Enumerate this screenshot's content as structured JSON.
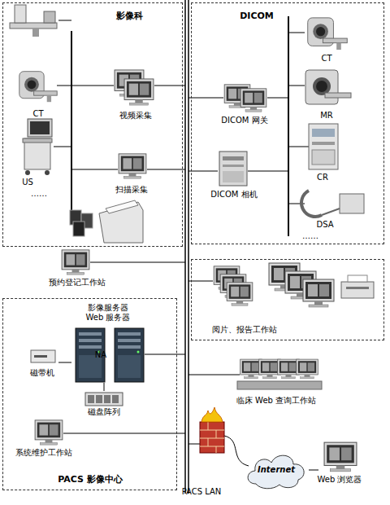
{
  "diagram": {
    "nodes": [
      {
        "text": [
          "影像科"
        ]
      },
      {
        "text": [
          "CT"
        ],
        "in": 0
      },
      {
        "text": [
          "US"
        ],
        "in": 0
      },
      {
        "text": [
          "视频采集"
        ],
        "in": 0
      },
      {
        "text": [
          "扫描采集"
        ],
        "in": 0
      },
      {
        "text": [
          "DICOM"
        ]
      },
      {
        "text": [
          "DICOM 网关"
        ],
        "in": 5
      },
      {
        "text": [
          "CT"
        ],
        "in": 5
      },
      {
        "text": [
          "MR"
        ],
        "in": 5
      },
      {
        "text": [
          "DICOM 相机"
        ],
        "in": 5
      },
      {
        "text": [
          "CR"
        ],
        "in": 5
      },
      {
        "text": [
          "DSA"
        ],
        "in": 5
      },
      {
        "text": [
          "预约登记工作站"
        ]
      },
      {
        "text": [
          "阅片、报告工作站"
        ]
      },
      {
        "text": [
          "PACS 影像中心"
        ]
      },
      {
        "text": [
          "影像服务器 Web 服务器"
        ],
        "in": 14
      },
      {
        "text": [
          "磁带机"
        ],
        "in": 14
      },
      {
        "text": [
          "磁盘阵列"
        ],
        "in": 14
      },
      {
        "text": [
          "系统维护工作站"
        ],
        "in": 14
      },
      {
        "text": [
          "临床 Web 查询工作站"
        ]
      },
      {
        "text": [
          "Internet"
        ]
      },
      {
        "text": [
          "Web 浏览器"
        ]
      }
    ],
    "edges": [
      {
        "from": 16,
        "to": 15,
        "arrow": "none"
      },
      {
        "from": 15,
        "to": 17,
        "arrow": "none"
      },
      {
        "from": 20,
        "to": 21,
        "arrow": "none"
      }
    ],
    "labels": [
      "……",
      "……",
      "NA",
      "PACS LAN"
    ]
  }
}
